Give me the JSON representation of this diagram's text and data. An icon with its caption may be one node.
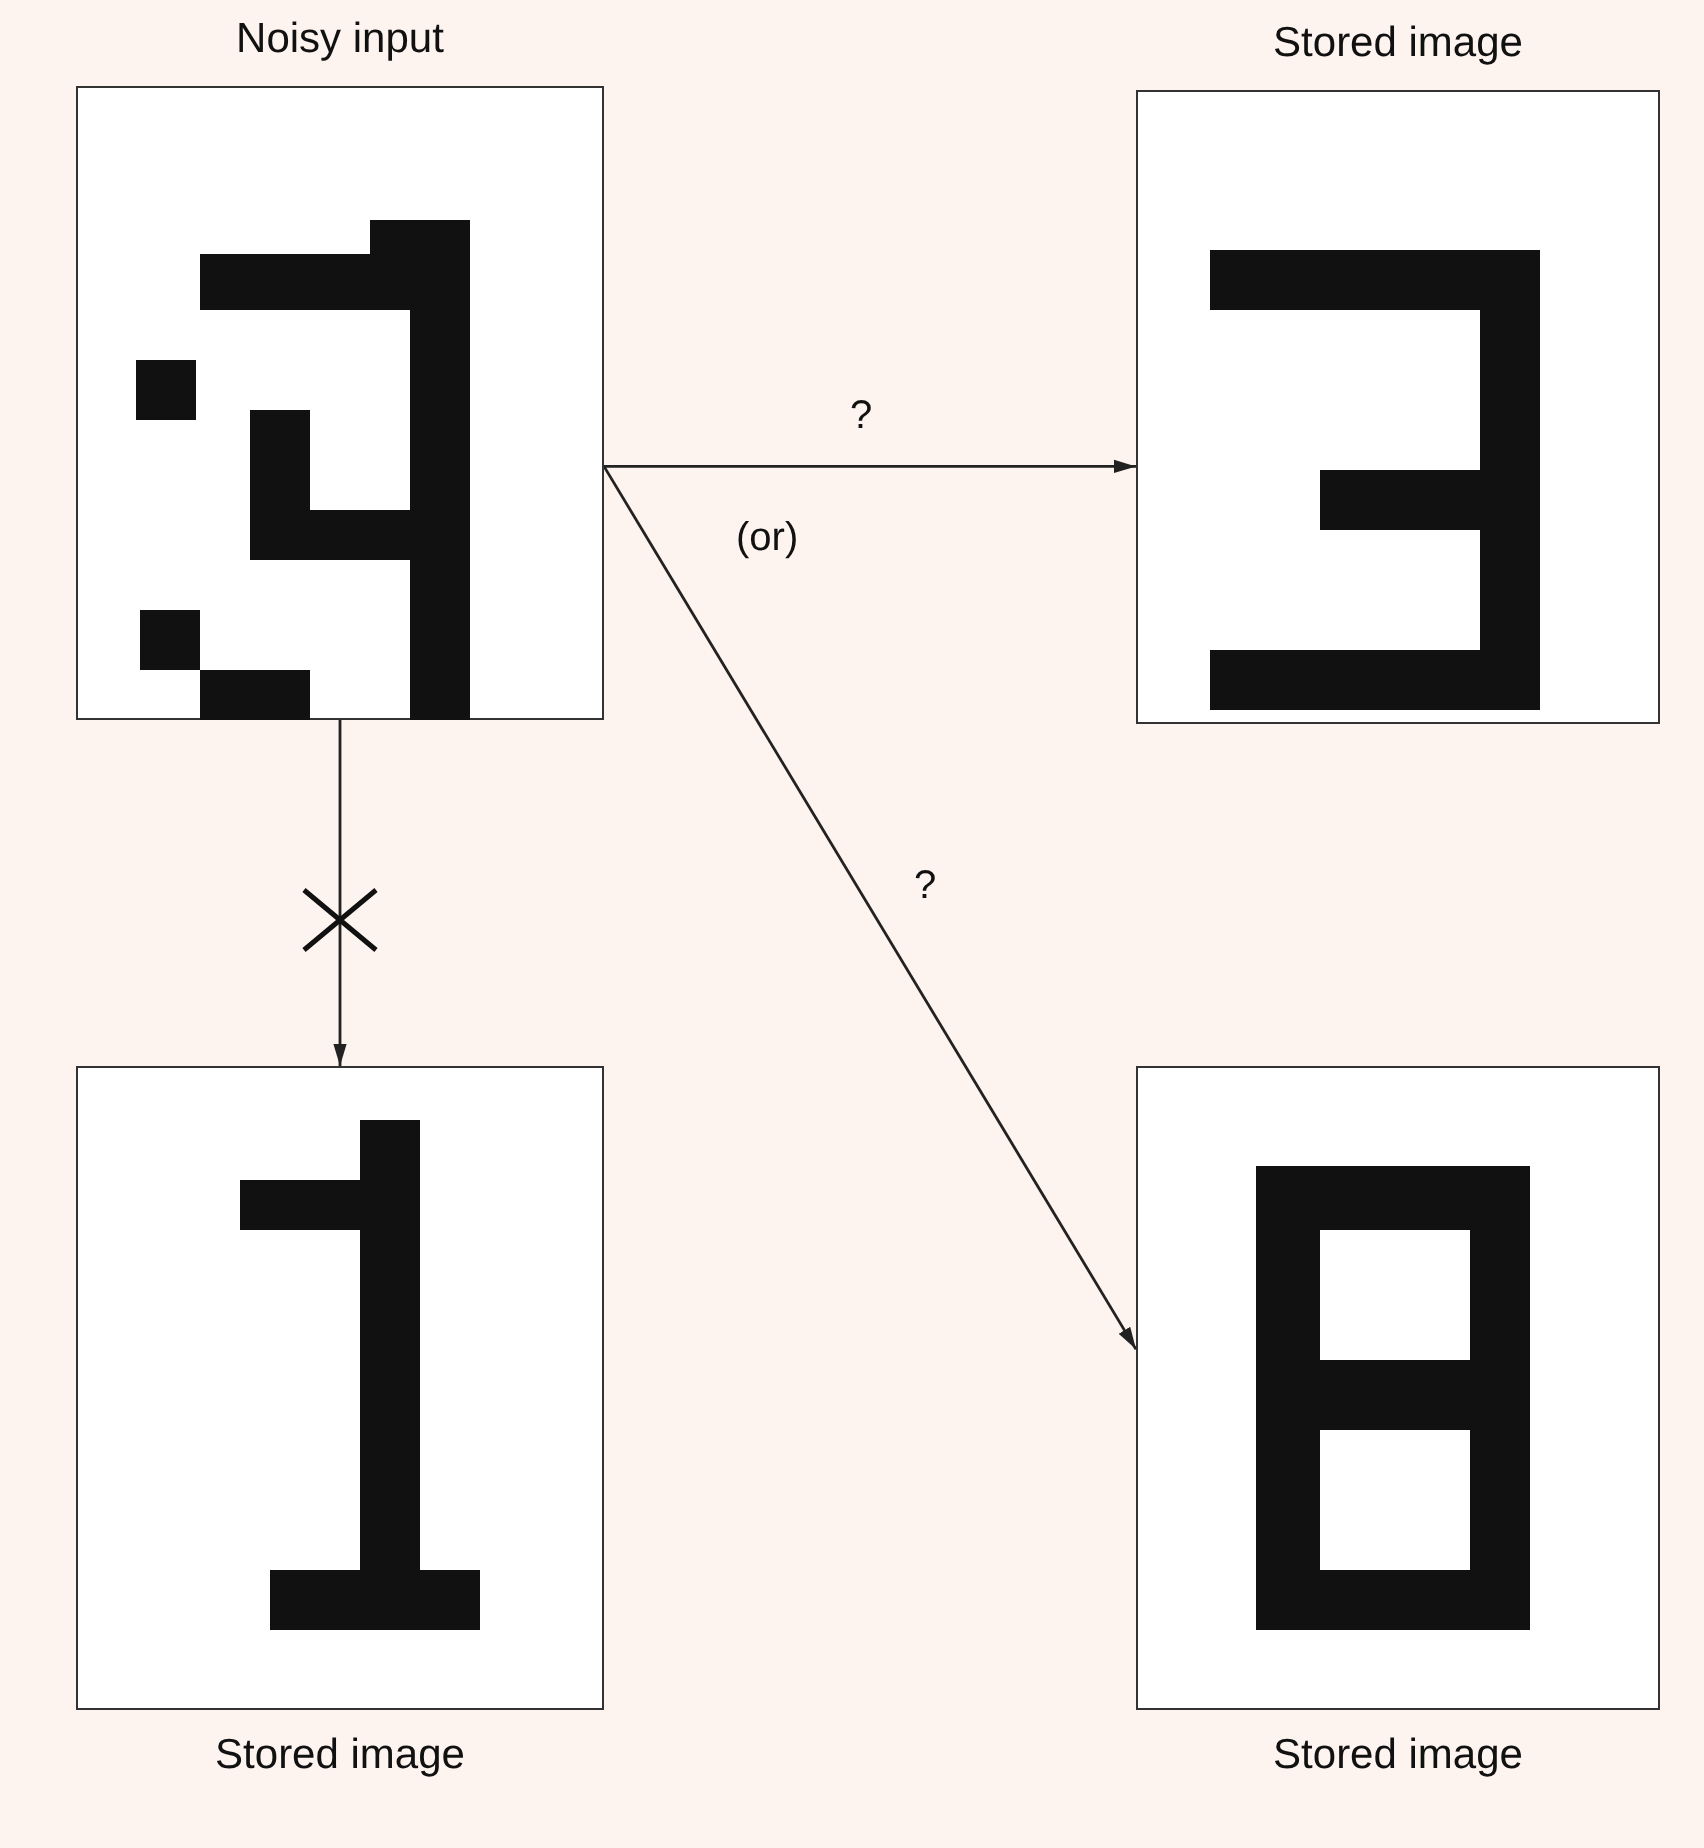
{
  "diagram": {
    "nodes": [
      {
        "text": [
          "Noisy input"
        ]
      },
      {
        "text": [
          "Stored image"
        ]
      },
      {
        "text": [
          "Stored image"
        ]
      },
      {
        "text": [
          "Stored image"
        ]
      }
    ],
    "edges": [
      {
        "from": 0,
        "to": 1,
        "arrow": "to",
        "label": "?"
      },
      {
        "from": 0,
        "to": 2,
        "arrow": "to"
      },
      {
        "from": 0,
        "to": 3,
        "arrow": "to",
        "label": "?"
      }
    ],
    "labels": [
      "(or)"
    ]
  }
}
